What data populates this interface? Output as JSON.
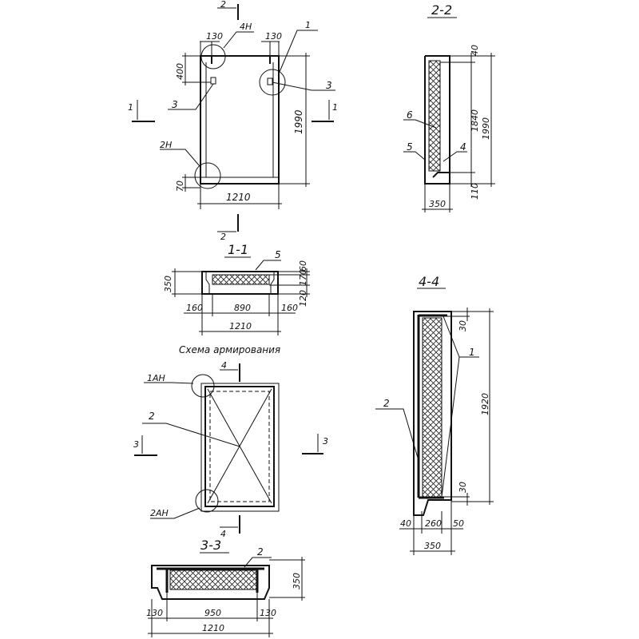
{
  "plan": {
    "dims": {
      "d130_left": "130",
      "d130_right": "130",
      "d400": "400",
      "d1990": "1990",
      "d70": "70",
      "d1210": "1210"
    },
    "labels": {
      "node_4h": "4Н",
      "pos_1": "1",
      "pos_3_right": "3",
      "pos_3_left": "3",
      "node_2h": "2Н"
    },
    "section_marks": {
      "s2_top": "2",
      "s2_bottom": "2",
      "s1_left": "1",
      "s1_right": "1"
    }
  },
  "section_2_2": {
    "title": "2-2",
    "dims": {
      "d40": "40",
      "d1840": "1840",
      "d1990": "1990",
      "d110": "110",
      "d350": "350"
    },
    "labels": {
      "pos_6": "6",
      "pos_5": "5",
      "pos_4": "4"
    }
  },
  "section_1_1": {
    "title": "1-1",
    "dims": {
      "d350": "350",
      "d160_left": "160",
      "d890": "890",
      "d160_right": "160",
      "d1210": "1210",
      "d60": "60",
      "d170": "170",
      "d120": "120"
    },
    "labels": {
      "pos_5": "5"
    }
  },
  "reinforcement": {
    "title": "Схема армирования",
    "labels": {
      "node_1ah": "1АН",
      "pos_2": "2",
      "node_2ah": "2АН"
    },
    "section_marks": {
      "s4_top": "4",
      "s4_bottom": "4",
      "s3_left": "3",
      "s3_right": "3"
    }
  },
  "section_4_4": {
    "title": "4-4",
    "dims": {
      "d30_top": "30",
      "d30_bottom": "30",
      "d1920": "1920",
      "d40": "40",
      "d260": "260",
      "d50": "50",
      "d350": "350"
    },
    "labels": {
      "pos_2": "2",
      "pos_1": "1"
    }
  },
  "section_3_3": {
    "title": "3-3",
    "dims": {
      "d130_left": "130",
      "d950": "950",
      "d130_right": "130",
      "d1210": "1210",
      "d350": "350"
    },
    "labels": {
      "pos_2": "2"
    }
  }
}
